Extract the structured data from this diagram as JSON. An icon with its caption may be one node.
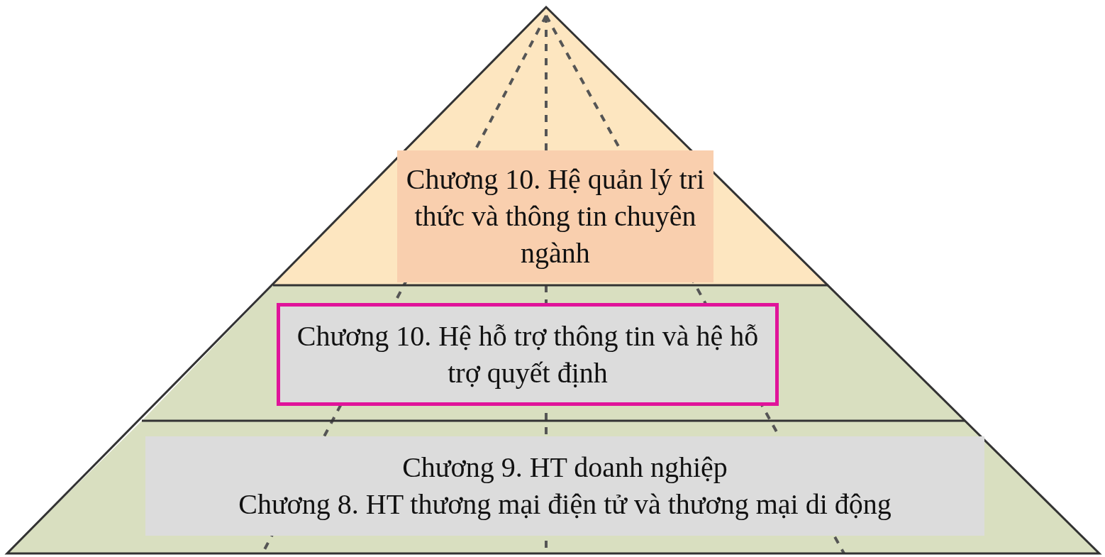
{
  "diagram": {
    "nodes": [
      {
        "text": [
          "Chương 10. Hệ quản lý tri thức và thông tin chuyên ngành"
        ]
      },
      {
        "text": [
          "Chương 10. Hệ hỗ trợ thông tin và hệ hỗ trợ quyết định"
        ]
      },
      {
        "text": [
          "Chương 9. HT doanh nghiệp",
          "Chương 8. HT thương mại điện tử và thương mại di động"
        ]
      }
    ]
  }
}
